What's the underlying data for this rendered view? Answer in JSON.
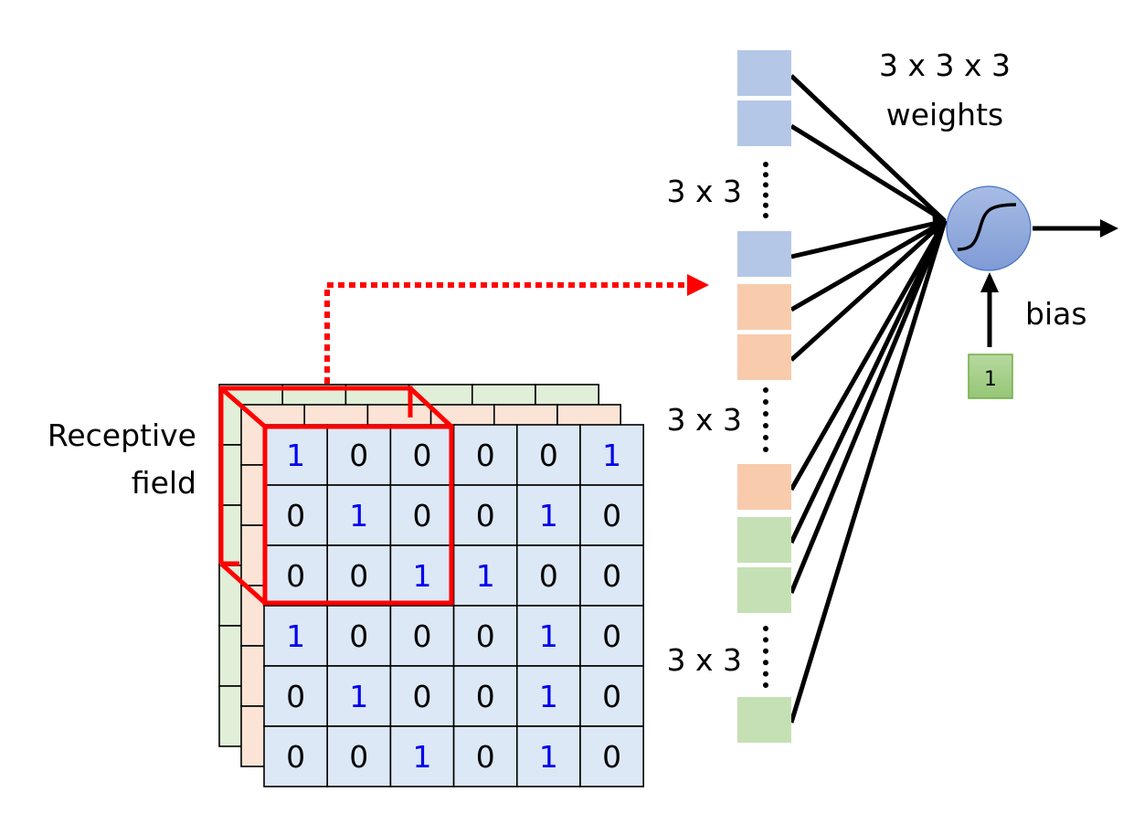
{
  "labels": {
    "receptive_field_line1": "Receptive",
    "receptive_field_line2": "field",
    "weights_line1": "3 x 3 x 3",
    "weights_line2": "weights",
    "group_label": "3 x 3",
    "bias_label": "bias",
    "bias_value": "1"
  },
  "colors": {
    "channel_front": "#dce8f5",
    "channel_middle": "#fbe4d6",
    "channel_back": "#e1eed8",
    "weight_blue": "#b4c7e7",
    "weight_orange": "#f8cbad",
    "weight_green": "#c5e0b4",
    "one_value": "#0000ee",
    "zero_value": "#000000",
    "receptive_box": "#ff0000",
    "neuron_fill": "#8faadc",
    "bias_fill": "#a9d18e"
  },
  "input": {
    "channels": [
      {
        "name": "back",
        "color_key": "channel_back"
      },
      {
        "name": "middle",
        "color_key": "channel_middle"
      },
      {
        "name": "front",
        "color_key": "channel_front"
      }
    ],
    "front_matrix": [
      [
        1,
        0,
        0,
        0,
        0,
        1
      ],
      [
        0,
        1,
        0,
        0,
        1,
        0
      ],
      [
        0,
        0,
        1,
        1,
        0,
        0
      ],
      [
        1,
        0,
        0,
        0,
        1,
        0
      ],
      [
        0,
        1,
        0,
        0,
        1,
        0
      ],
      [
        0,
        0,
        1,
        0,
        1,
        0
      ]
    ],
    "receptive_field_size": "3x3x3"
  },
  "weights": {
    "groups": [
      {
        "color_key": "weight_blue",
        "label": "3 x 3"
      },
      {
        "color_key": "weight_orange",
        "label": "3 x 3"
      },
      {
        "color_key": "weight_green",
        "label": "3 x 3"
      }
    ]
  },
  "neuron": {
    "activation": "sigmoid"
  }
}
